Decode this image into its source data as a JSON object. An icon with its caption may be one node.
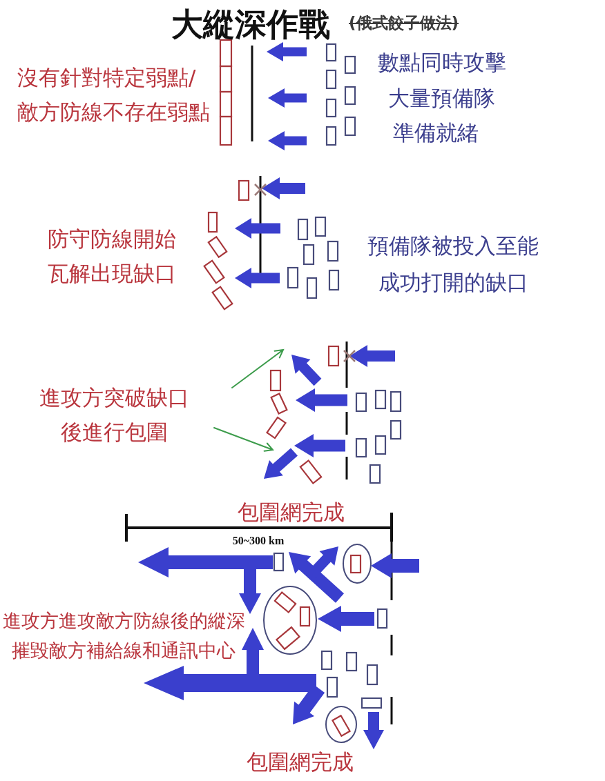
{
  "diagram": {
    "title": "大縱深作戰",
    "labels": [
      "(俄式餃子做法)",
      "沒有針對特定弱點/敵方防線不存在弱點",
      "數點同時攻擊",
      "大量預備隊",
      "準備就緒",
      "防守防線開始瓦解出現缺口",
      "預備隊被投入至能成功打開的缺口",
      "進攻方突破缺口後進行包圍",
      "包圍網完成",
      "50~300 km",
      "進攻方進攻敵方防線後的縱深摧毀敵方補給線和通訊中心",
      "包圍網完成"
    ]
  }
}
